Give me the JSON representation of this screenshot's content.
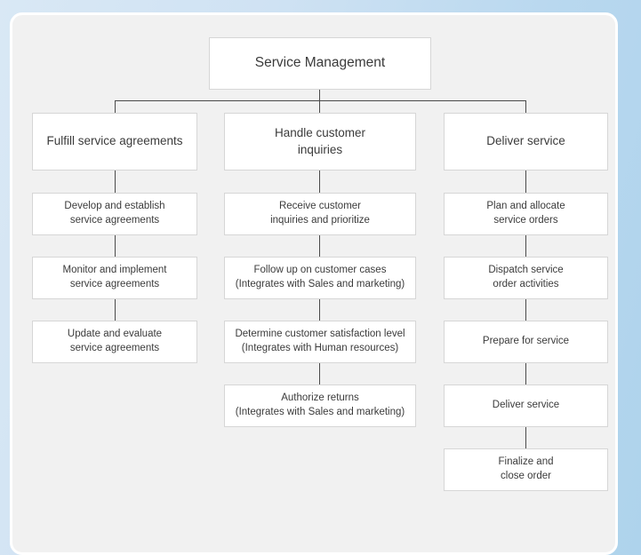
{
  "diagram": {
    "title": "Service Management",
    "background_color": "#f1f1f1",
    "outer_color": "#cfe2f3",
    "node_fill": "#ffffff",
    "node_border": "#d6d6d6",
    "connector_color": "#4a4a4a",
    "text_color": "#3b3b3b"
  },
  "root": {
    "label": "Service Management"
  },
  "columns": [
    {
      "header": {
        "label": "Fulfill service agreements"
      },
      "steps": [
        {
          "label": "Develop and establish\nservice agreements"
        },
        {
          "label": "Monitor and implement\nservice agreements"
        },
        {
          "label": "Update and evaluate\nservice agreements"
        }
      ]
    },
    {
      "header": {
        "label": "Handle customer\ninquiries"
      },
      "steps": [
        {
          "label": "Receive customer\ninquiries and prioritize"
        },
        {
          "label": "Follow up on customer cases\n(Integrates with Sales and marketing)"
        },
        {
          "label": "Determine customer satisfaction level\n(Integrates with Human resources)"
        },
        {
          "label": "Authorize returns\n(Integrates with Sales and marketing)"
        }
      ]
    },
    {
      "header": {
        "label": "Deliver service"
      },
      "steps": [
        {
          "label": "Plan and allocate\nservice orders"
        },
        {
          "label": "Dispatch service\norder activities"
        },
        {
          "label": "Prepare for service"
        },
        {
          "label": "Deliver service"
        },
        {
          "label": "Finalize and\nclose order"
        }
      ]
    }
  ]
}
